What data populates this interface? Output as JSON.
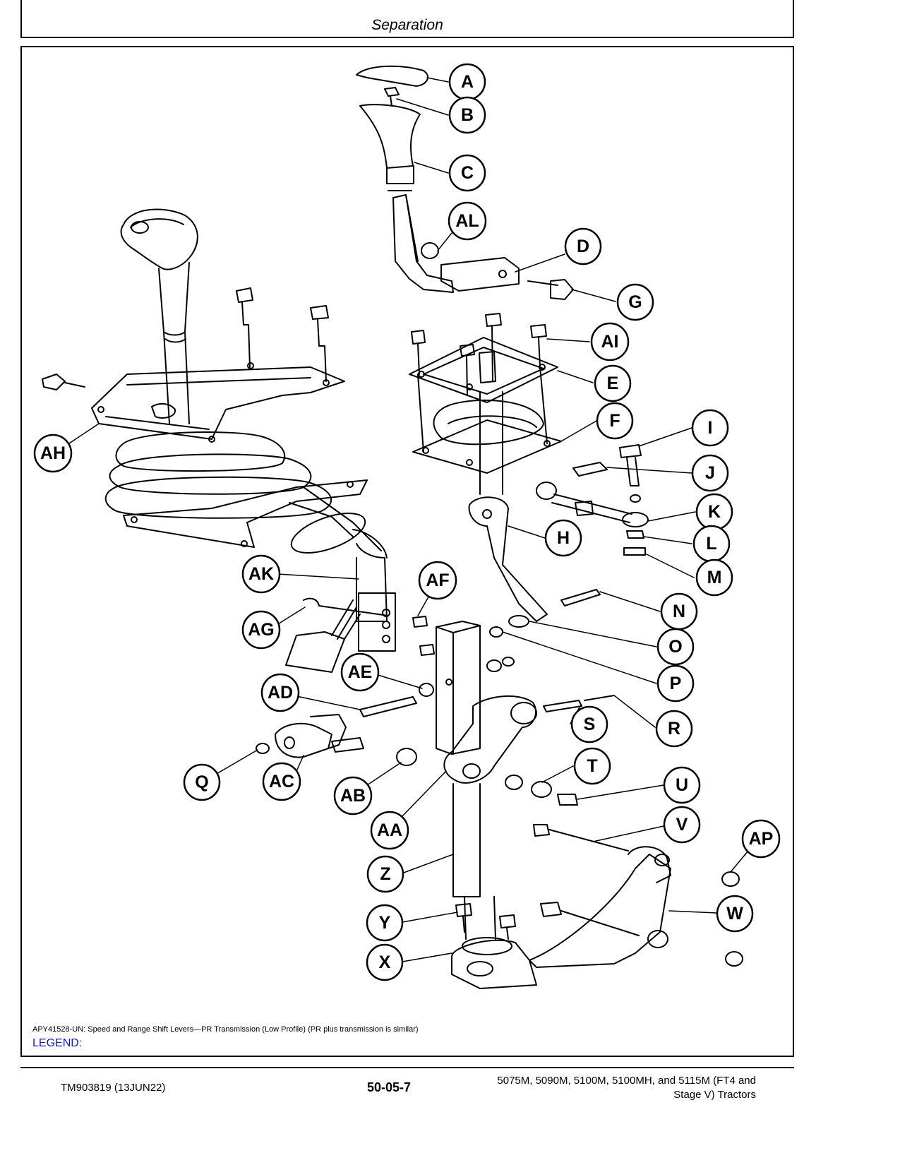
{
  "header": {
    "section_title": "Separation"
  },
  "figure": {
    "callouts": [
      "A",
      "B",
      "C",
      "AL",
      "D",
      "G",
      "AI",
      "E",
      "F",
      "I",
      "J",
      "K",
      "L",
      "M",
      "H",
      "N",
      "O",
      "P",
      "R",
      "S",
      "T",
      "U",
      "V",
      "AP",
      "W",
      "X",
      "Y",
      "Z",
      "AA",
      "AB",
      "AC",
      "Q",
      "AD",
      "AE",
      "AF",
      "AG",
      "AK",
      "AH"
    ],
    "caption": "APY41528-UN: Speed and Range Shift Levers—PR Transmission (Low Profile) (PR plus transmission is similar)",
    "legend_label": "LEGEND:"
  },
  "footer": {
    "doc_id": "TM903819 (13JUN22)",
    "page_number": "50-05-7",
    "model_line1": "5075M, 5090M, 5100M, 5100MH, and 5115M (FT4 and",
    "model_line2": "Stage V) Tractors"
  }
}
